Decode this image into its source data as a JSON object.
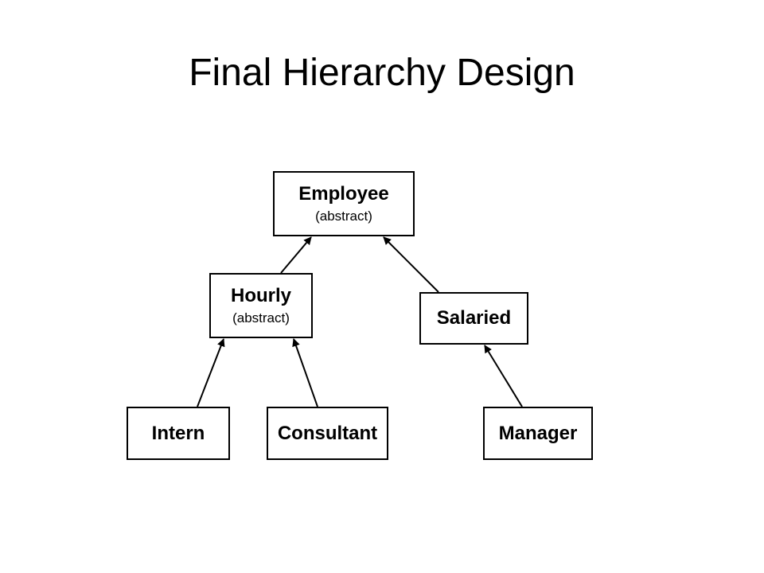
{
  "slide": {
    "title": "Final Hierarchy Design"
  },
  "diagram": {
    "nodes": [
      {
        "id": "employee",
        "label": "Employee",
        "sublabel": "(abstract)"
      },
      {
        "id": "hourly",
        "label": "Hourly",
        "sublabel": "(abstract)"
      },
      {
        "id": "salaried",
        "label": "Salaried"
      },
      {
        "id": "intern",
        "label": "Intern"
      },
      {
        "id": "consultant",
        "label": "Consultant"
      },
      {
        "id": "manager",
        "label": "Manager"
      }
    ],
    "edges": [
      {
        "from": "hourly",
        "to": "employee"
      },
      {
        "from": "salaried",
        "to": "employee"
      },
      {
        "from": "intern",
        "to": "hourly"
      },
      {
        "from": "consultant",
        "to": "hourly"
      },
      {
        "from": "manager",
        "to": "salaried"
      }
    ],
    "colors": {
      "line": "#000000",
      "box_border": "#000000",
      "background": "#ffffff"
    }
  }
}
